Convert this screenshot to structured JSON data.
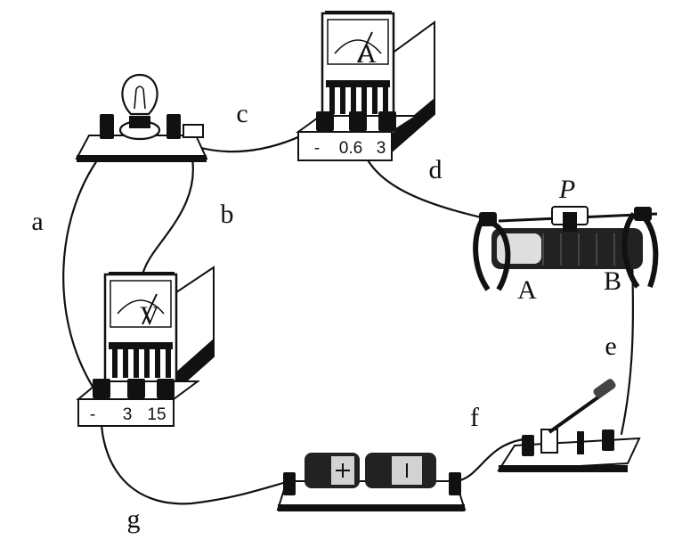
{
  "wire_labels": {
    "a": "a",
    "b": "b",
    "c": "c",
    "d": "d",
    "e": "e",
    "f": "f",
    "g": "g"
  },
  "ammeter": {
    "symbol": "A",
    "terminals": [
      "-",
      "0.6",
      "3"
    ]
  },
  "voltmeter": {
    "symbol": "V",
    "terminals": [
      "-",
      "3",
      "15"
    ]
  },
  "rheostat": {
    "slider_label": "P",
    "end_a": "A",
    "end_b": "B"
  },
  "icons": {
    "bulb": "light-bulb-icon",
    "switch": "knife-switch-icon",
    "battery": "battery-pack-icon"
  }
}
